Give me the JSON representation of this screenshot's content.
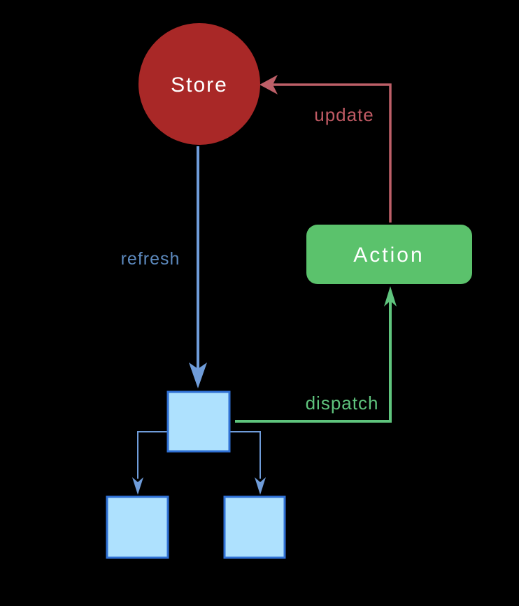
{
  "diagram": {
    "background": "#000000",
    "nodes": {
      "store": {
        "label": "Store",
        "shape": "circle",
        "fill": "#a92827",
        "text_color": "#ffffff"
      },
      "action": {
        "label": "Action",
        "shape": "rounded-rect",
        "fill": "#5bc26c",
        "text_color": "#ffffff"
      },
      "view_root": {
        "label": "",
        "shape": "square",
        "fill": "#aee1fe",
        "border": "#2f70d4"
      },
      "view_child_left": {
        "label": "",
        "shape": "square",
        "fill": "#aee1fe",
        "border": "#2f70d4"
      },
      "view_child_right": {
        "label": "",
        "shape": "square",
        "fill": "#aee1fe",
        "border": "#2f70d4"
      }
    },
    "edges": [
      {
        "label": "update",
        "from": "action",
        "to": "store",
        "color": "#bd5f68"
      },
      {
        "label": "refresh",
        "from": "store",
        "to": "view_root",
        "color": "#6f9cd9"
      },
      {
        "label": "dispatch",
        "from": "view_root",
        "to": "action",
        "color": "#5fc47d"
      },
      {
        "label": "",
        "from": "view_root",
        "to": "view_child_left",
        "color": "#6f9cd9"
      },
      {
        "label": "",
        "from": "view_root",
        "to": "view_child_right",
        "color": "#6f9cd9"
      }
    ]
  }
}
